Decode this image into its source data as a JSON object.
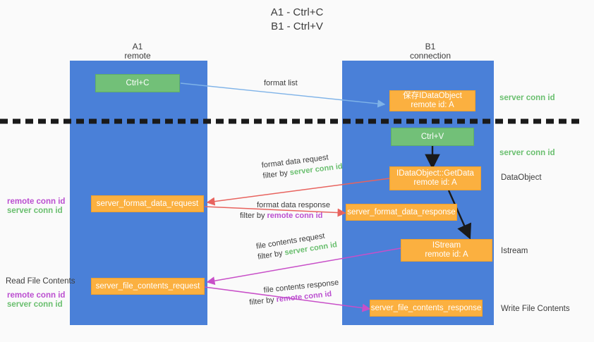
{
  "title": {
    "line1": "A1 - Ctrl+C",
    "line2": "B1 - Ctrl+V"
  },
  "lanes": [
    {
      "id": "a1",
      "name": "A1",
      "sub": "remote"
    },
    {
      "id": "b1",
      "name": "B1",
      "sub": "connection"
    }
  ],
  "nodes": {
    "ctrl_c": {
      "l1": "Ctrl+C",
      "l2": ""
    },
    "save_dataobj": {
      "l1": "保存IDataObject",
      "l2": "remote id: A"
    },
    "ctrl_v": {
      "l1": "Ctrl+V",
      "l2": ""
    },
    "getdata": {
      "l1": "IDataObject::GetData",
      "l2": "remote id: A"
    },
    "fmt_req": {
      "l1": "server_format_data_request",
      "l2": ""
    },
    "fmt_resp": {
      "l1": "server_format_data_response",
      "l2": ""
    },
    "istream": {
      "l1": "IStream",
      "l2": "remote id: A"
    },
    "file_req": {
      "l1": "server_file_contents_request",
      "l2": ""
    },
    "file_resp": {
      "l1": "server_file_contents_response",
      "l2": ""
    }
  },
  "right_labels": {
    "server_conn_id_1": "server conn id",
    "server_conn_id_2": "server conn id",
    "dataobject": "DataObject",
    "istream": "Istream",
    "write_file_contents": "Write File Contents"
  },
  "left_labels": {
    "remote_conn_id_1": "remote conn id",
    "server_conn_id_1": "server conn id",
    "read_file_contents": "Read File Contents",
    "remote_conn_id_2": "remote conn id",
    "server_conn_id_2": "server conn id"
  },
  "edges": {
    "format_list": "format list",
    "fmt_data_request": "format data request",
    "fmt_data_request_filter_prefix": "filter by ",
    "fmt_data_request_filter_key": "server conn id",
    "fmt_data_response": "format data response",
    "fmt_data_response_filter_prefix": "filter by ",
    "fmt_data_response_filter_key": "remote conn id",
    "file_contents_request": "file contents request",
    "file_contents_request_filter_prefix": "filter by ",
    "file_contents_request_filter_key": "server conn id",
    "file_contents_response": "file contents response",
    "file_contents_response_filter_prefix": "filter by ",
    "file_contents_response_filter_key": "remote conn id"
  },
  "colors": {
    "lane": "#4a80d8",
    "green_node": "#72c078",
    "orange_node": "#fbb040",
    "green_text": "#6abf6f",
    "purple_text": "#bb4fd0",
    "arrow_blue": "#7fb3e8",
    "arrow_red": "#e8635e",
    "arrow_magenta": "#c84fc8",
    "arrow_black": "#1a1a1a",
    "divider": "#1a1a1a"
  }
}
